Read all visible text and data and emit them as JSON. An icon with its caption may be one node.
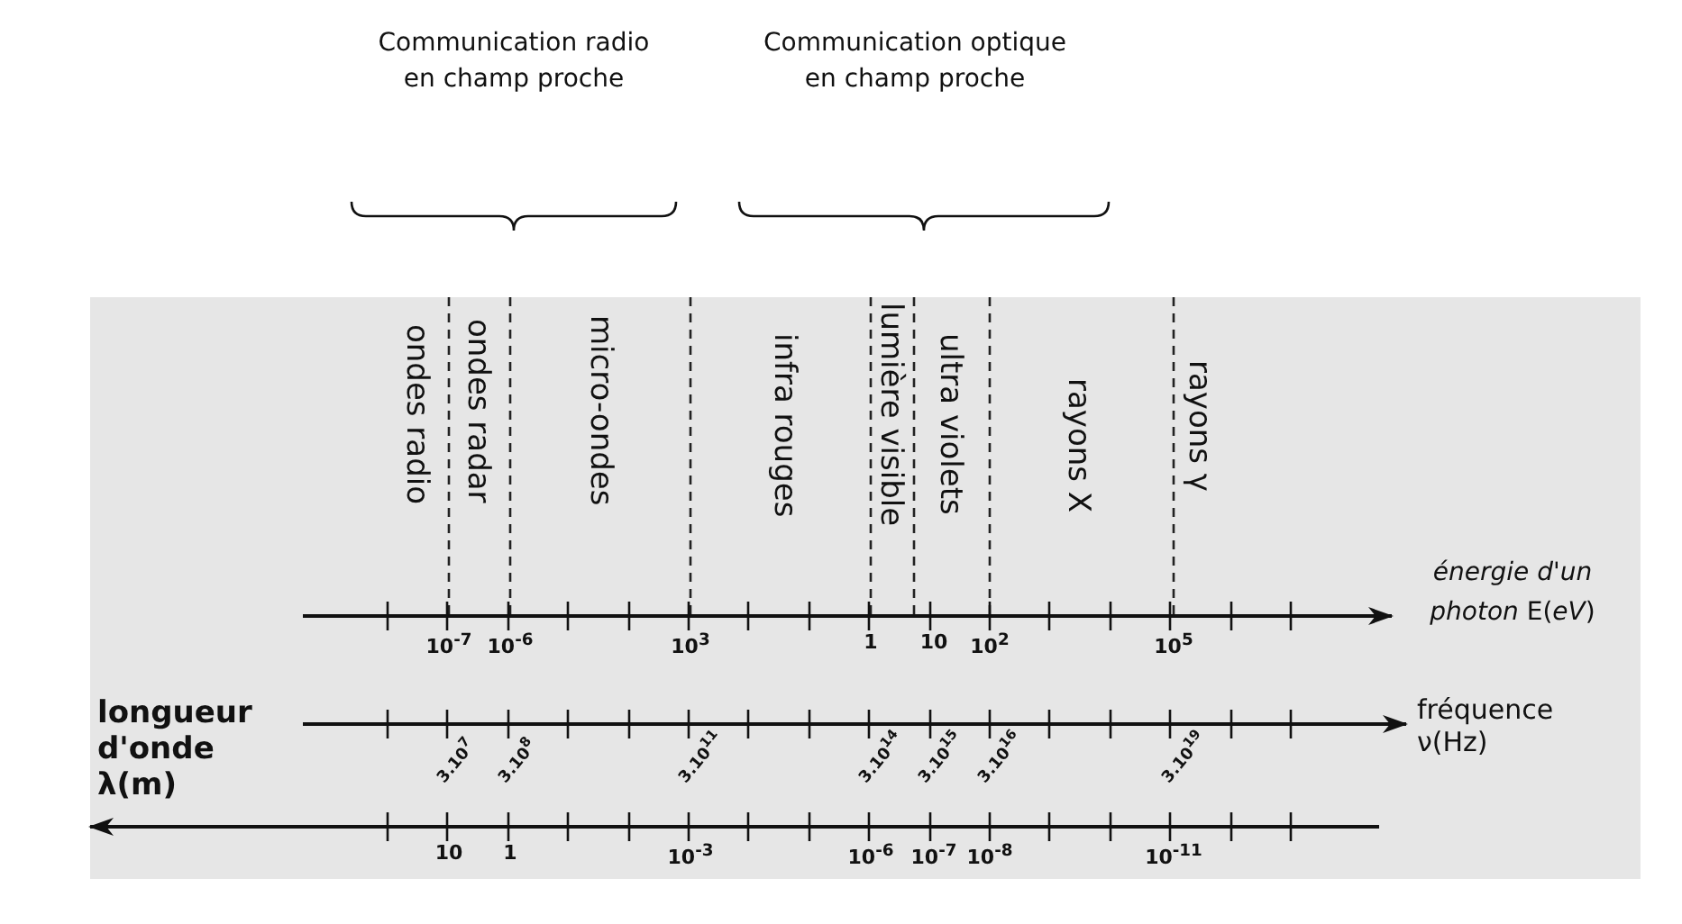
{
  "diagram": {
    "labels": [
      "Communication radio en champ proche",
      "Communication optique en champ proche",
      "ondes radio",
      "ondes radar",
      "micro-ondes",
      "infra rouges",
      "lumière visible",
      "ultra violets",
      "rayons X",
      "rayons γ",
      "*énergie d'un photon* E(*eV*)",
      "10$^{-7}$",
      "10$^{-6}$",
      "10$^{3}$",
      "1",
      "10",
      "10$^{2}$",
      "10$^{5}$",
      "fréquence ν(Hz)",
      "3.10$^{7}$",
      "3.10$^{8}$",
      "3.10$^{11}$",
      "3.10$^{14}$",
      "3.10$^{15}$",
      "3.10$^{16}$",
      "3.10$^{19}$",
      "longueur d'onde λ(m)",
      "10",
      "1",
      "10$^{-3}$",
      "10$^{-6}$",
      "10$^{-7}$",
      "10$^{-8}$",
      "10$^{-11}$"
    ]
  }
}
